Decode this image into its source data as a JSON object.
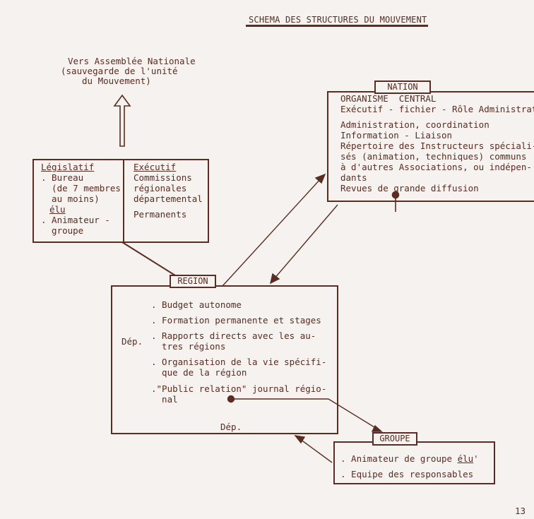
{
  "title": "SCHEMA DES STRUCTURES DU MOUVEMENT",
  "top_note": [
    "Vers Assemblée Nationale",
    "(sauvegarde de l'unité",
    "du Mouvement)"
  ],
  "left_box": {
    "legislatif": {
      "heading": "Législatif",
      "lines": [
        ". Bureau",
        "  (de 7 membres",
        "  au moins)"
      ],
      "elu": "élu",
      "lines2": [
        ". Animateur -",
        "  groupe"
      ]
    },
    "executif": {
      "heading": "Exécutif",
      "lines": [
        "Commissions",
        "régionales",
        "départemental"
      ],
      "permanents": "Permanents"
    }
  },
  "nation": {
    "label": "NATION",
    "lines": [
      "ORGANISME  CENTRAL",
      "Exécutif - fichier - Rôle Administrat"
    ],
    "lines2": [
      "Administration, coordination",
      "Information - Liaison",
      "Répertoire des Instructeurs spéciali-",
      "sés (animation, techniques) communs",
      "à d'autres Associations, ou indépen-",
      "dants",
      "Revues de grande diffusion"
    ]
  },
  "region": {
    "label": "REGION",
    "dep_left": "Dép.",
    "dep_bottom": "Dép.",
    "items": [
      ". Budget autonome",
      ". Formation permanente et stages",
      ". Rapports directs avec les au-",
      "  tres régions",
      ". Organisation de la vie spécifi-",
      "  que de la région",
      ".\"Public relation\" journal régio-",
      "  nal"
    ]
  },
  "groupe": {
    "label": "GROUPE",
    "items": [
      ". Animateur de groupe ",
      "élu",
      "'",
      ". Equipe des responsables"
    ]
  },
  "page_number": "13"
}
